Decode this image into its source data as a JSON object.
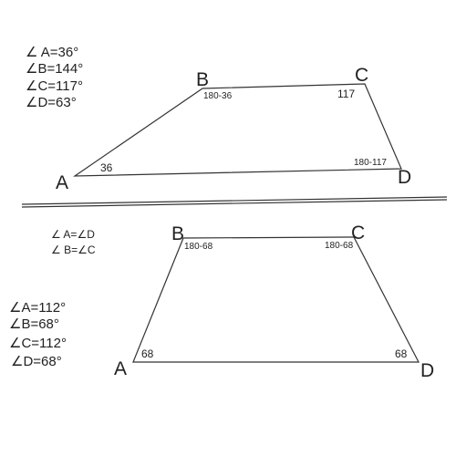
{
  "top_figure": {
    "angle_list": [
      "∠ A=36°",
      "∠B=144°",
      "∠C=117°",
      "∠D=63°"
    ],
    "vertices": {
      "A": "A",
      "B": "B",
      "C": "C",
      "D": "D"
    },
    "inner_labels": {
      "at_A": "36",
      "at_B": "180-36",
      "at_C": "117",
      "at_D": "180-117"
    }
  },
  "bottom_figure": {
    "relations": [
      "∠ A=∠D",
      "∠ B=∠C"
    ],
    "angle_list": [
      "∠A=112°",
      "∠B=68°",
      "∠C=112°",
      "∠D=68°"
    ],
    "vertices": {
      "A": "A",
      "B": "B",
      "C": "C",
      "D": "D"
    },
    "inner_labels": {
      "at_A": "68",
      "at_B": "180-68",
      "at_C": "180-68",
      "at_D": "68"
    }
  }
}
